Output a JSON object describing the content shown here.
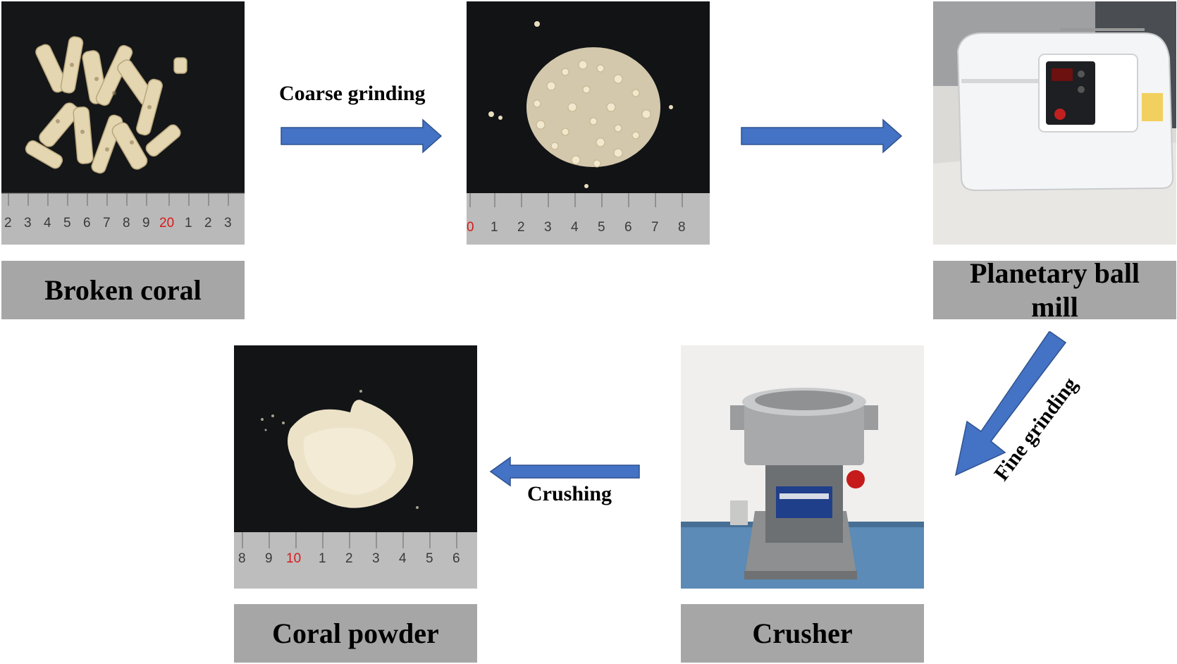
{
  "stages": {
    "broken_coral": {
      "label": "Broken coral",
      "ruler": [
        "2",
        "3",
        "4",
        "5",
        "6",
        "7",
        "8",
        "9",
        "20",
        "1",
        "2",
        "3"
      ]
    },
    "coarse_ground": {
      "ruler": [
        "0",
        "1",
        "2",
        "3",
        "4",
        "5",
        "6",
        "7",
        "8"
      ]
    },
    "ball_mill": {
      "label_line1": "Planetary ball",
      "label_line2": "mill"
    },
    "crusher": {
      "label": "Crusher"
    },
    "coral_powder": {
      "label": "Coral powder",
      "ruler": [
        "8",
        "9",
        "10",
        "1",
        "2",
        "3",
        "4",
        "5",
        "6"
      ]
    }
  },
  "steps": {
    "coarse_grinding": "Coarse grinding",
    "fine_grinding": "Fine grinding",
    "crushing": "Crushing"
  },
  "colors": {
    "arrow_fill": "#4472c4",
    "arrow_stroke": "#2f528f",
    "label_bg": "#a6a6a6",
    "photo_bg": "#0f1112",
    "coral": "#e8dcbc"
  }
}
